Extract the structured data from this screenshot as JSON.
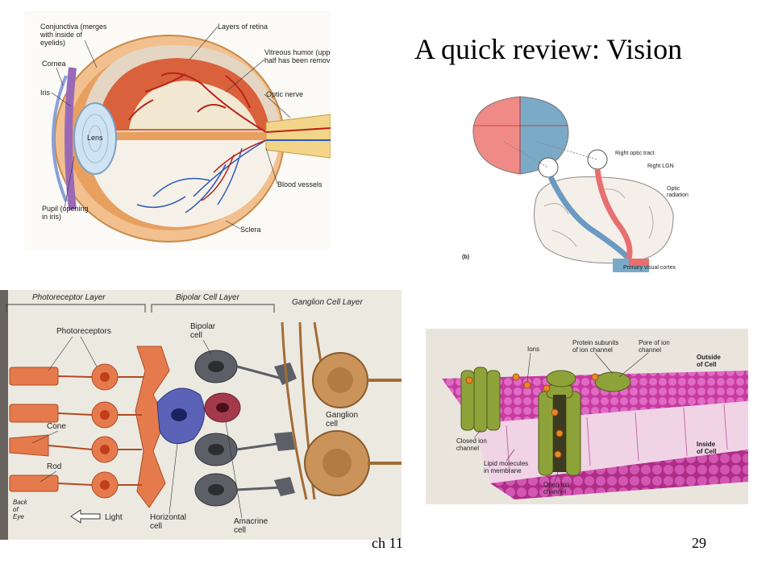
{
  "slide": {
    "title": "A quick review: Vision",
    "footer_left": "ch 11",
    "page_number": "29"
  },
  "eye_diagram": {
    "labels": {
      "conjunctiva": [
        "Conjunctiva (merges",
        "with inside of",
        "eyelids)"
      ],
      "layers_of_retina": "Layers of retina",
      "vitreous": [
        "Vitreous humor (upper",
        "half has been removed)"
      ],
      "cornea": "Cornea",
      "iris": "Iris",
      "lens": "Lens",
      "optic_nerve": "Optic nerve",
      "blood_vessels": "Blood vessels",
      "pupil": [
        "Pupil (opening",
        "in iris)"
      ],
      "sclera": "Sclera"
    }
  },
  "pathway_diagram": {
    "labels": {
      "right_optic_tract": "Right optic tract",
      "right_lgn": "Right LGN",
      "optic_radiation": [
        "Optic",
        "radiation"
      ],
      "panel_letter": "(b)",
      "primary_visual_cortex": "Primary visual cortex"
    }
  },
  "retina_diagram": {
    "labels": {
      "photoreceptor_layer": "Photoreceptor Layer",
      "bipolar_cell_layer": "Bipolar Cell Layer",
      "ganglion_cell_layer": "Ganglion Cell Layer",
      "photoreceptors": "Photoreceptors",
      "bipolar_cell": [
        "Bipolar",
        "cell"
      ],
      "cone": "Cone",
      "rod": "Rod",
      "ganglion_cell": [
        "Ganglion",
        "cell"
      ],
      "back_of_eye": [
        "Back",
        "of",
        "Eye"
      ],
      "light": "Light",
      "horizontal_cell": [
        "Horizontal",
        "cell"
      ],
      "amacrine_cell": [
        "Amacrine",
        "cell"
      ]
    }
  },
  "membrane_diagram": {
    "labels": {
      "ions": "Ions",
      "protein_subunits": [
        "Protein subunits",
        "of ion channel"
      ],
      "pore": [
        "Pore of ion",
        "channel"
      ],
      "outside_of_cell": [
        "Outside",
        "of Cell"
      ],
      "closed_channel": [
        "Closed ion",
        "channel"
      ],
      "lipid_molecules": [
        "Lipid molecules",
        "in membrane"
      ],
      "inside_of_cell": [
        "Inside",
        "of Cell"
      ],
      "open_channel": [
        "Open ion",
        "channel"
      ]
    }
  }
}
